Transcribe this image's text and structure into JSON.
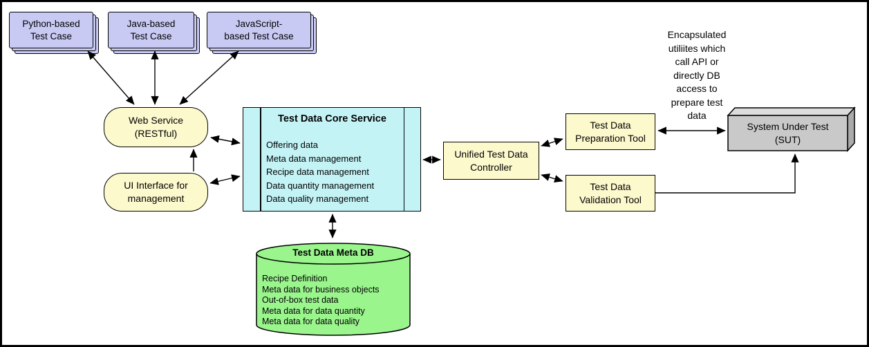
{
  "colors": {
    "test_case_fill": "#c9caf4",
    "pill_fill": "#fcf9cd",
    "core_fill": "#c4f3f6",
    "db_fill": "#9af58d",
    "sut_front": "#c9c9c9",
    "sut_top": "#dcdcdc",
    "sut_side": "#ababab"
  },
  "test_cases": [
    {
      "label": "Python-based\nTest Case"
    },
    {
      "label": "Java-based\nTest Case"
    },
    {
      "label": "JavaScript-\nbased Test Case"
    }
  ],
  "web_service": {
    "label": "Web Service\n(RESTful)"
  },
  "ui_interface": {
    "label": "UI Interface for\nmanagement"
  },
  "core_service": {
    "title": "Test Data Core Service",
    "items": [
      "Offering data",
      "Meta data management",
      "Recipe data management",
      "Data quantity management",
      "Data quality management"
    ]
  },
  "meta_db": {
    "title": "Test Data Meta DB",
    "items": [
      "Recipe Definition",
      "Meta data for business objects",
      "Out-of-box test data",
      "Meta data for data quantity",
      "Meta data for data quality"
    ]
  },
  "controller": {
    "label": "Unified Test Data\nController"
  },
  "preparation_tool": {
    "label": "Test Data\nPreparation Tool"
  },
  "validation_tool": {
    "label": "Test Data\nValidation Tool"
  },
  "sut": {
    "label": "System Under Test\n(SUT)"
  },
  "annotation": {
    "text": "Encapsulated\nutiliites which\ncall API or\ndirectly DB\naccess to\nprepare test\ndata"
  }
}
